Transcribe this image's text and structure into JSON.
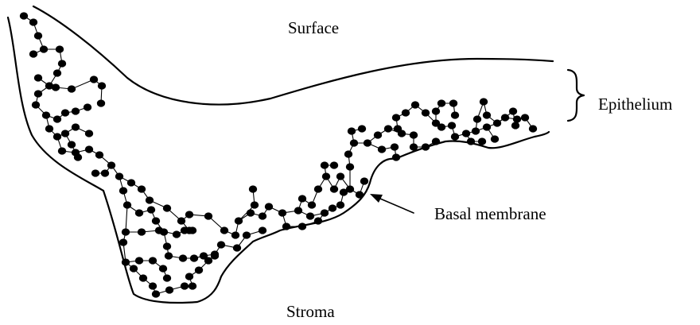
{
  "labels": {
    "surface": "Surface",
    "epithelium": "Epithelium",
    "basal_membrane": "Basal membrane",
    "stroma": "Stroma"
  },
  "colors": {
    "ink": "#000000",
    "background": "#ffffff"
  },
  "icons": {
    "epithelium_marker": "curly-brace",
    "basal_pointer": "arrow"
  }
}
